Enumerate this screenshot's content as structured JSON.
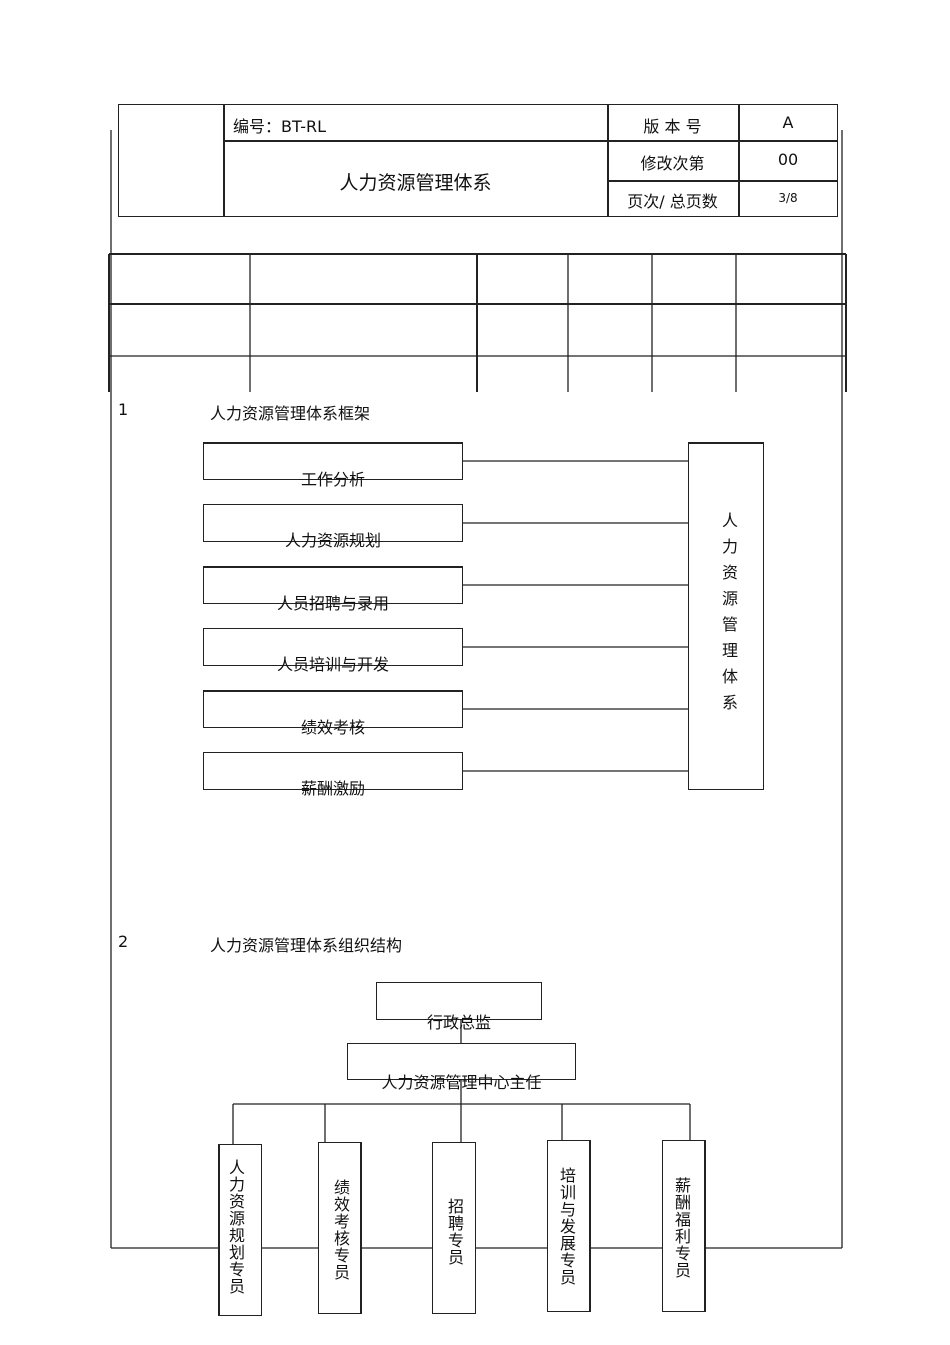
{
  "header": {
    "code_label": "编号：BT-RL",
    "title": "人力资源管理体系",
    "version_label": "版 本 号",
    "version_value": "A",
    "revision_label": "修改次第",
    "revision_value": "00",
    "page_label": "页次/ 总页数",
    "page_value": "3/8"
  },
  "section1": {
    "number": "1",
    "heading": "人力资源管理体系框架",
    "items": [
      "工作分析",
      "人力资源规划",
      "人员招聘与录用",
      "人员培训与开发",
      "绩效考核",
      "薪酬激励"
    ],
    "target": "人力资源管理体系"
  },
  "section2": {
    "number": "2",
    "heading": "人力资源管理体系组织结构",
    "top": "行政总监",
    "second": "人力资源管理中心主任",
    "staff": [
      "人力资源规划专员",
      "绩效考核专员",
      "招聘专员",
      "培训与发展专员",
      "薪酬福利专员"
    ]
  }
}
